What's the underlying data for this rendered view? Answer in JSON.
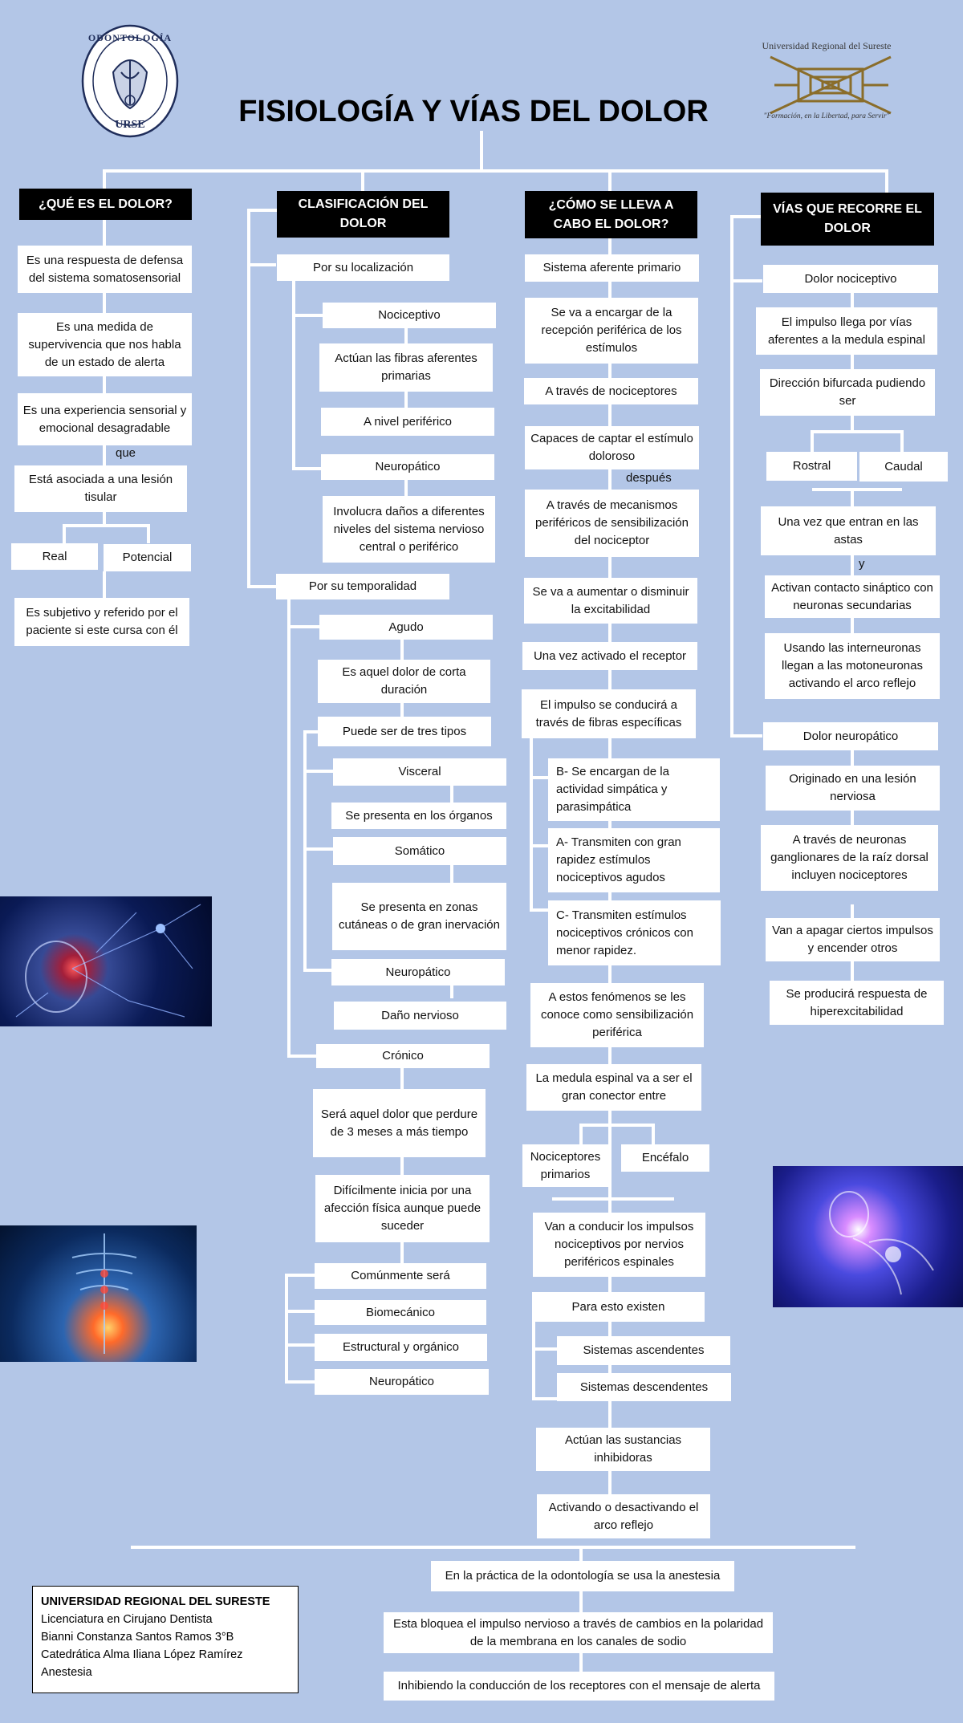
{
  "title": "FISIOLOGÍA Y VÍAS DEL DOLOR",
  "logo_left": {
    "arc_text": "ODONTOLOGÍA",
    "bottom_text": "URSE"
  },
  "logo_right": {
    "name": "Universidad Regional del Sureste",
    "motto": "\"Formación, en la Libertad, para Servir\""
  },
  "col1": {
    "header": "¿QUÉ ES EL DOLOR?",
    "items": [
      "Es una respuesta de defensa del sistema somatosensorial",
      "Es una medida de supervivencia que nos habla de un estado de alerta",
      "Es una experiencia sensorial y emocional desagradable",
      "Está asociada a una lesión tisular",
      "Real",
      "Potencial",
      "Es subjetivo y referido por el paciente si este cursa con él"
    ],
    "connector_que": "que"
  },
  "col2": {
    "header": "CLASIFICACIÓN DEL DOLOR",
    "items": [
      "Por su localización",
      "Nociceptivo",
      "Actúan las fibras aferentes primarias",
      "A nivel periférico",
      "Neuropático",
      "Involucra daños a diferentes niveles del sistema nervioso central o periférico",
      "Por su temporalidad",
      "Agudo",
      "Es aquel dolor de corta duración",
      "Puede ser de tres tipos",
      "Visceral",
      "Se presenta en los órganos",
      "Somático",
      "Se presenta en zonas cutáneas o de gran inervación",
      "Neuropático",
      "Daño nervioso",
      "Crónico",
      "Será aquel dolor que perdure de 3 meses a más tiempo",
      "Difícilmente inicia por una afección física aunque puede suceder",
      "Comúnmente será",
      "Biomecánico",
      "Estructural y orgánico",
      "Neuropático"
    ]
  },
  "col3": {
    "header": "¿CÓMO SE LLEVA A CABO EL DOLOR?",
    "items": [
      "Sistema aferente primario",
      "Se va a encargar de la recepción periférica de los estímulos",
      "A través de nociceptores",
      "Capaces de captar el estímulo doloroso",
      "A través de mecanismos periféricos de sensibilización del nociceptor",
      "Se va a aumentar o disminuir la excitabilidad",
      "Una vez activado el receptor",
      "El impulso se conducirá a través de fibras específicas",
      "B- Se encargan de la actividad simpática y parasimpática",
      "A- Transmiten con gran rapidez estímulos nociceptivos agudos",
      "C- Transmiten estímulos nociceptivos crónicos con menor rapidez.",
      "A estos fenómenos se les conoce como sensibilización periférica",
      "La medula espinal va a ser el gran conector entre",
      "Nociceptores primarios",
      "Encéfalo",
      "Van a conducir los impulsos nociceptivos por nervios periféricos espinales",
      "Para esto existen",
      "Sistemas ascendentes",
      "Sistemas descendentes",
      "Actúan las sustancias inhibidoras",
      "Activando o desactivando el arco reflejo"
    ],
    "connector_despues": "después"
  },
  "col4": {
    "header": "VÍAS QUE RECORRE EL DOLOR",
    "items": [
      "Dolor nociceptivo",
      "El impulso llega por vías aferentes a la medula espinal",
      "Dirección bifurcada pudiendo ser",
      "Rostral",
      "Caudal",
      "Una vez que entran en las astas",
      "Activan contacto sináptico con neuronas secundarias",
      "Usando las interneuronas llegan a las motoneuronas activando el arco reflejo",
      "Dolor neuropático",
      "Originado en una lesión nerviosa",
      "A través de neuronas ganglionares de la raíz dorsal incluyen nociceptores",
      "Van a apagar ciertos impulsos y encender otros",
      "Se producirá respuesta de hiperexcitabilidad"
    ],
    "connector_y": "y"
  },
  "bottom": [
    "En la práctica de la odontología se usa la anestesia",
    "Esta bloquea el impulso nervioso a través de cambios en la polaridad de la membrana en los canales de sodio",
    "Inhibiendo la conducción de los receptores con el mensaje de alerta"
  ],
  "credits": {
    "university": "UNIVERSIDAD REGIONAL DEL SURESTE",
    "program": "Licenciatura en Cirujano Dentista",
    "student": "Bianni Constanza Santos Ramos 3°B",
    "teacher": "Catedrática Alma Iliana López Ramírez",
    "subject": "Anestesia"
  },
  "colors": {
    "background": "#b3c6e7",
    "box": "#ffffff",
    "header": "#000000",
    "connector": "#ffffff"
  }
}
